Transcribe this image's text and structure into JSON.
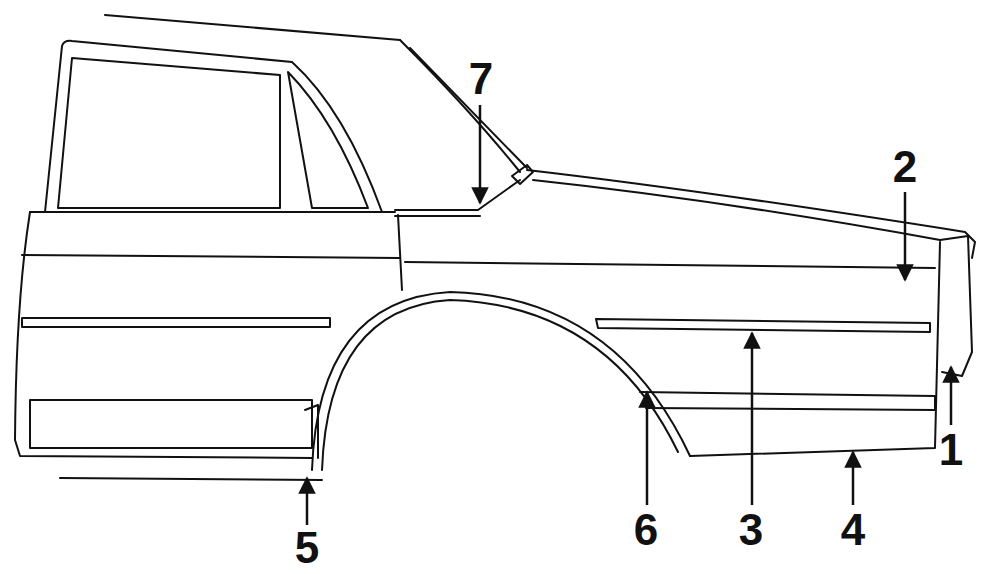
{
  "diagram": {
    "labels": [
      "7",
      "2",
      "1",
      "3",
      "6",
      "4",
      "5"
    ]
  }
}
